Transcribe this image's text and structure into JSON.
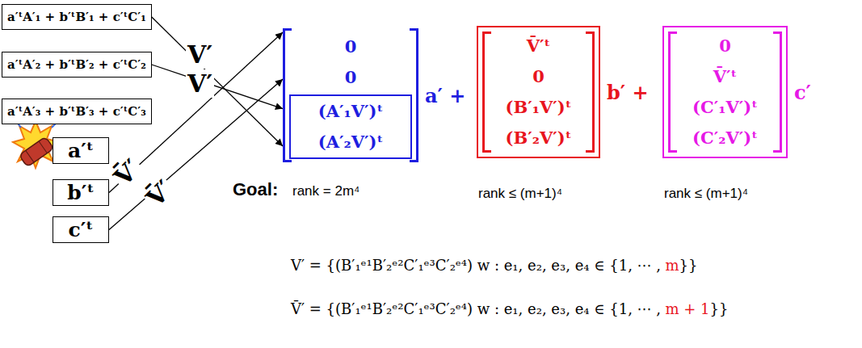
{
  "diagram": {
    "nodes": [
      {
        "text": [
          "a′ᵗA′₁ + b′ᵗB′₁ + c′ᵗC′₁"
        ]
      },
      {
        "text": [
          "a′ᵗA′₂ + b′ᵗB′₂ + c′ᵗC′₂"
        ]
      },
      {
        "text": [
          "a′ᵗA′₃ + b′ᵗB′₃ + c′ᵗC′₃"
        ]
      },
      {
        "text": [
          "a′ᵗ"
        ]
      },
      {
        "text": [
          "b′ᵗ"
        ]
      },
      {
        "text": [
          "c′ᵗ"
        ]
      },
      {
        "text": [
          "0",
          "0"
        ]
      },
      {
        "text": [
          "(A′₁V′)ᵗ",
          "(A′₂V′)ᵗ"
        ],
        "in": 6
      },
      {
        "text": [
          "V̄′ᵗ",
          "0",
          "(B′₁V′)ᵗ",
          "(B′₂V′)ᵗ"
        ]
      },
      {
        "text": [
          "0",
          "V̄′ᵗ",
          "(C′₁V′)ᵗ",
          "(C′₂V′)ᵗ"
        ]
      }
    ],
    "edges": [
      {
        "from": 0,
        "to": 6,
        "arrow": "to",
        "label": "V′"
      },
      {
        "from": 1,
        "to": 6,
        "arrow": "to",
        "label": "V′"
      },
      {
        "from": 4,
        "to": 6,
        "arrow": "to",
        "label": "V̄′"
      },
      {
        "from": 5,
        "to": 6,
        "arrow": "to",
        "label": "V̄′"
      }
    ],
    "labels": [
      "a′ +",
      "b′ +",
      "c′",
      "Goal:",
      "rank = 2m⁴",
      "rank ≤ (m+1)⁴",
      "rank ≤ (m+1)⁴",
      "V′ = {(B′₁ᵉ¹B′₂ᵉ²C′₁ᵉ³C′₂ᵉ⁴) w : e₁, e₂, e₃, e₄ ∈ {1, ⋯ ,",
      "m",
      "}}",
      "V̄′ = {(B′₁ᵉ¹B′₂ᵉ²C′₁ᵉ³C′₂ᵉ⁴) w : e₁, e₂, e₃, e₄ ∈ {1, ⋯ ,",
      "m + 1",
      "}}"
    ]
  }
}
